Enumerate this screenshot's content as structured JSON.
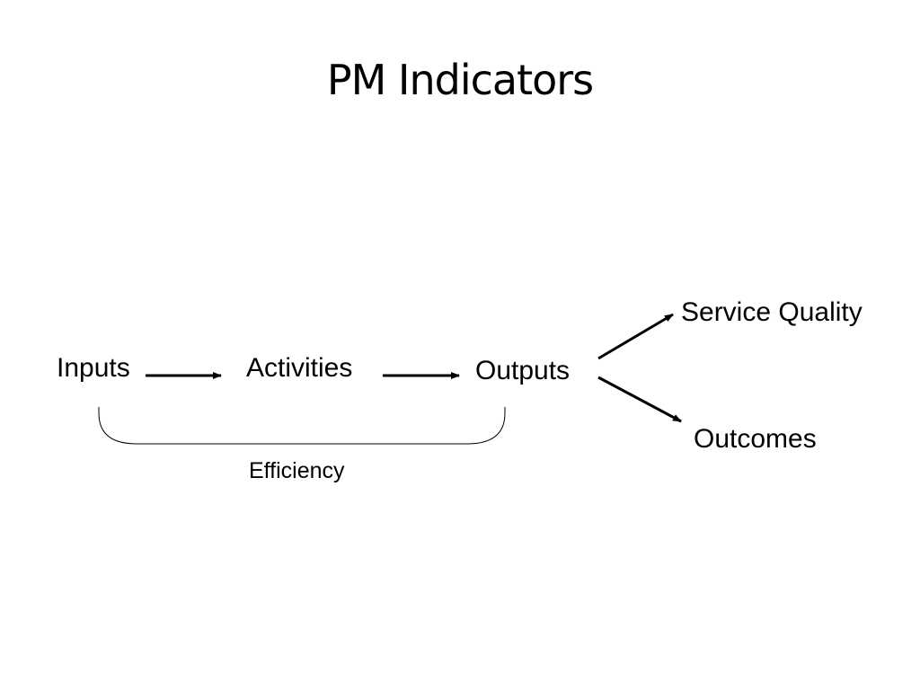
{
  "title": "PM Indicators",
  "nodes": {
    "inputs": "Inputs",
    "activities": "Activities",
    "outputs": "Outputs",
    "service_quality": "Service Quality",
    "outcomes": "Outcomes"
  },
  "bracket_label": "Efficiency",
  "colors": {
    "background": "#ffffff",
    "text": "#000000",
    "lines": "#000000"
  }
}
